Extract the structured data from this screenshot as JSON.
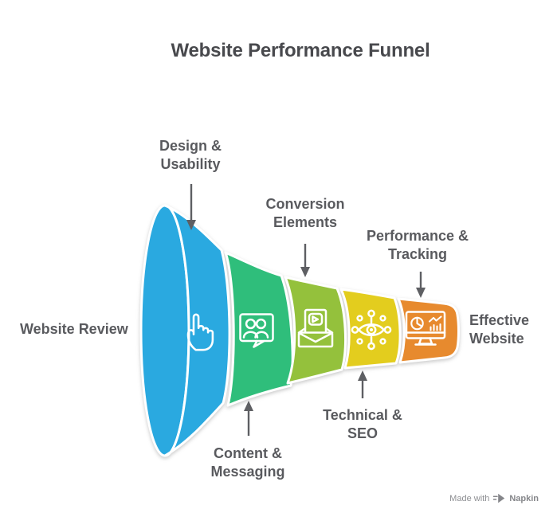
{
  "title": "Website Performance Funnel",
  "colors": {
    "background": "#ffffff",
    "title_text": "#48494d",
    "label_text": "#595a5e",
    "arrow": "#5e5f63",
    "segment_outline": "#ffffff",
    "icon_stroke": "#ffffff",
    "watermark_text": "#8e8f93"
  },
  "funnel": {
    "input_label": "Website Review",
    "output_label_line1": "Effective",
    "output_label_line2": "Website",
    "stages": [
      {
        "id": "design-usability",
        "label_line1": "Design &",
        "label_line2": "Usability",
        "icon": "pointer-hand-icon",
        "color": "#2aa9e0",
        "label_position": "top"
      },
      {
        "id": "content-messaging",
        "label_line1": "Content &",
        "label_line2": "Messaging",
        "icon": "people-chat-icon",
        "color": "#2fbe7b",
        "label_position": "bottom"
      },
      {
        "id": "conversion-elements",
        "label_line1": "Conversion",
        "label_line2": "Elements",
        "icon": "video-email-icon",
        "color": "#94c13c",
        "label_position": "top"
      },
      {
        "id": "technical-seo",
        "label_line1": "Technical &",
        "label_line2": "SEO",
        "icon": "eye-network-icon",
        "color": "#e3cd1e",
        "label_position": "bottom"
      },
      {
        "id": "performance-tracking",
        "label_line1": "Performance &",
        "label_line2": "Tracking",
        "icon": "analytics-monitor-icon",
        "color": "#e78a2e",
        "label_position": "top"
      }
    ]
  },
  "watermark": {
    "prefix": "Made with",
    "brand": "Napkin"
  }
}
